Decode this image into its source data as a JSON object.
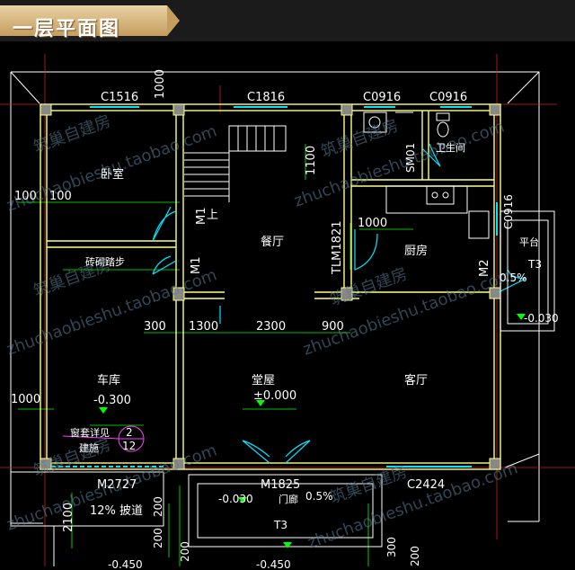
{
  "header": {
    "title": "一层平面图"
  },
  "colors": {
    "wall": "#ffff80",
    "dim": "#00ff00",
    "door": "#00e5ff",
    "text": "#ffffff",
    "axis": "#d02020",
    "watermark": "#5a7f9a"
  },
  "windows": {
    "w1": "C1516",
    "w2": "C1816",
    "w3": "C0916",
    "w4": "C0916",
    "w5": "C0916",
    "w6": "C2424"
  },
  "doors": {
    "d1": "M1",
    "d2": "M1",
    "d3": "M2",
    "d4": "M2727",
    "d5": "M1825",
    "d6": "TLM1821",
    "d7": "SM01"
  },
  "rooms": {
    "bedroom": "卧室",
    "dining": "餐厅",
    "kitchen": "厨房",
    "toilet": "卫生间",
    "garage": "车库",
    "hall": "堂屋",
    "living": "客厅",
    "platform": "平台",
    "steps": "砖砌踏步",
    "slope": "12% 披道",
    "porch": "门廊"
  },
  "labels": {
    "up": "上",
    "detail": "窗套详见",
    "detail_a": "2",
    "detail_b": "12",
    "detail_sub": "建施",
    "t3a": "T3",
    "t3b": "T3"
  },
  "elevations": {
    "garage": "-0.300",
    "hall": "±0.000",
    "porch": "-0.030",
    "platform": "-0.030",
    "out1": "-0.450",
    "out2": "-0.450"
  },
  "slopes": {
    "platform": "0.5%",
    "porch": "0.5%"
  },
  "dimensions": {
    "top1000": "1000",
    "stair1100": "1100",
    "bed100a": "100",
    "bed100b": "100",
    "kit1000": "1000",
    "d300": "300",
    "d1300": "1300",
    "d2300": "2300",
    "d900": "900",
    "left1000": "1000",
    "b2100": "2100",
    "b200a": "200",
    "b200b": "200",
    "b200c": "200",
    "b300": "300",
    "b200d": "200"
  },
  "watermarks": [
    "筑巢自建房",
    "zhuchaobieshu.taobao.com"
  ]
}
